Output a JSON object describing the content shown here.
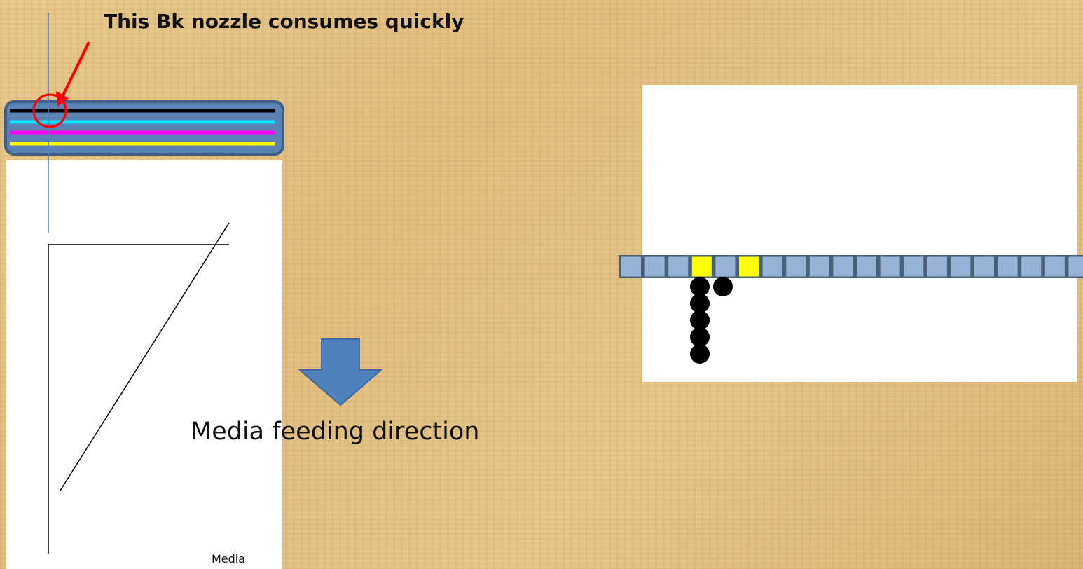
{
  "callout": {
    "text": "This Bk nozzle consumes quickly"
  },
  "direction": {
    "label": "Media feeding direction"
  },
  "media": {
    "label": "Media"
  },
  "colors": {
    "black_nozzle_row": "#000000",
    "cyan_nozzle_row": "#00e5ff",
    "magenta_nozzle_row": "#ff00ff",
    "yellow_nozzle_row": "#ffff00",
    "head_fill": "#5b82b5",
    "head_border": "#3d5f8c",
    "nozzle_cell": "#95b3d7",
    "nozzle_cell_active": "#ffff00",
    "arrow": "#4f81bd",
    "highlight_circle": "#ff0000"
  },
  "nozzle_strip": {
    "count": 20,
    "active": [
      3,
      5
    ]
  },
  "dots": {
    "column_count": 5,
    "offset_count": 1
  }
}
